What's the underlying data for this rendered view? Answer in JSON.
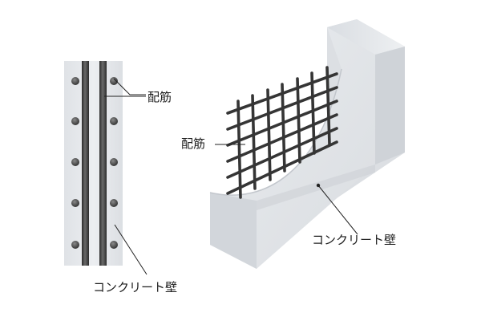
{
  "diagram": {
    "section_view": {
      "rebar_label": "配筋",
      "wall_label": "コンクリート壁"
    },
    "iso_view": {
      "rebar_label": "配筋",
      "wall_label": "コンクリート壁"
    }
  },
  "colors": {
    "concrete_light": "#e7eaee",
    "concrete_mid": "#d4d8dd",
    "concrete_dark": "#c4c8ce",
    "rebar": "#3d3d3d",
    "leader_line": "#222222",
    "text": "#1e1e1e"
  }
}
